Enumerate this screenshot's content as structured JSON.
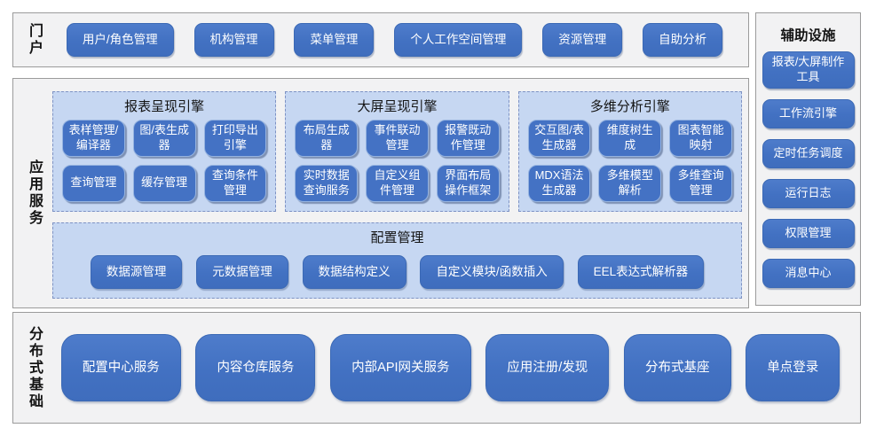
{
  "colors": {
    "button_blue": "#4472C4",
    "panel_light_blue": "#C6D7F2",
    "section_gray": "#F2F2F3",
    "border_gray": "#9B9B9B",
    "dashed_border_blue": "#7D92C4"
  },
  "portal": {
    "label": "门户",
    "items": [
      "用户/角色管理",
      "机构管理",
      "菜单管理",
      "个人工作空间管理",
      "资源管理",
      "自助分析"
    ]
  },
  "app_services": {
    "label": "应用服务",
    "engines": [
      {
        "title": "报表呈现引擎",
        "items": [
          "表样管理/编译器",
          "图/表生成器",
          "打印导出引擎",
          "查询管理",
          "缓存管理",
          "查询条件管理"
        ]
      },
      {
        "title": "大屏呈现引擎",
        "items": [
          "布局生成器",
          "事件联动管理",
          "报警既动作管理",
          "实时数据查询服务",
          "自定义组件管理",
          "界面布局操作框架"
        ]
      },
      {
        "title": "多维分析引擎",
        "items": [
          "交互图/表生成器",
          "维度树生成",
          "图表智能映射",
          "MDX语法生成器",
          "多维模型解析",
          "多维查询管理"
        ]
      }
    ],
    "config": {
      "title": "配置管理",
      "items": [
        "数据源管理",
        "元数据管理",
        "数据结构定义",
        "自定义模块/函数插入",
        "EEL表达式解析器"
      ]
    }
  },
  "distributed": {
    "label": "分布式基础",
    "items": [
      "配置中心服务",
      "内容仓库服务",
      "内部API网关服务",
      "应用注册/发现",
      "分布式基座",
      "单点登录"
    ]
  },
  "auxiliary": {
    "title": "辅助设施",
    "items": [
      "报表/大屏制作工具",
      "工作流引擎",
      "定时任务调度",
      "运行日志",
      "权限管理",
      "消息中心"
    ]
  }
}
